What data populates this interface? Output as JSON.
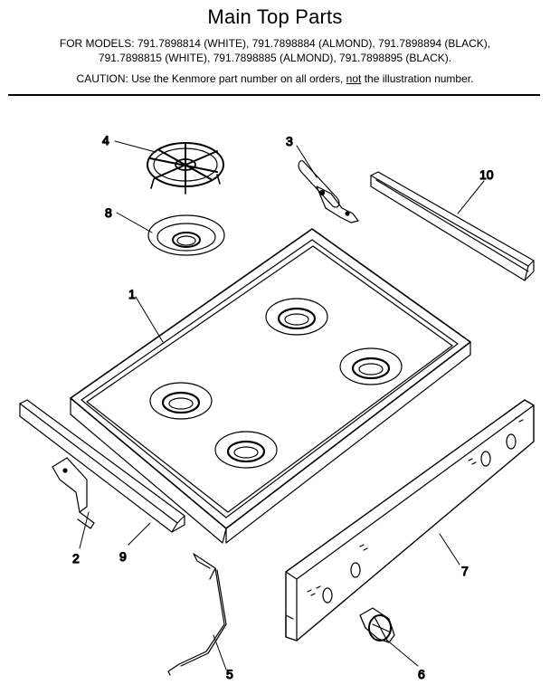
{
  "header": {
    "title": "Main Top Parts",
    "models_line1": "FOR MODELS:  791.7898814 (WHITE), 791.7898884 (ALMOND), 791.7898894 (BLACK),",
    "models_line2": "791.7898815 (WHITE), 791.7898885 (ALMOND), 791.7898895 (BLACK).",
    "caution_pre": "CAUTION:  Use the Kenmore part number on all orders, ",
    "caution_not": "not",
    "caution_post": " the illustration number."
  },
  "callouts": {
    "c1": "1",
    "c2": "2",
    "c3": "3",
    "c4": "4",
    "c5": "5",
    "c6": "6",
    "c7": "7",
    "c8": "8",
    "c9": "9",
    "c10": "10"
  },
  "colors": {
    "line": "#000000",
    "background": "#ffffff"
  }
}
